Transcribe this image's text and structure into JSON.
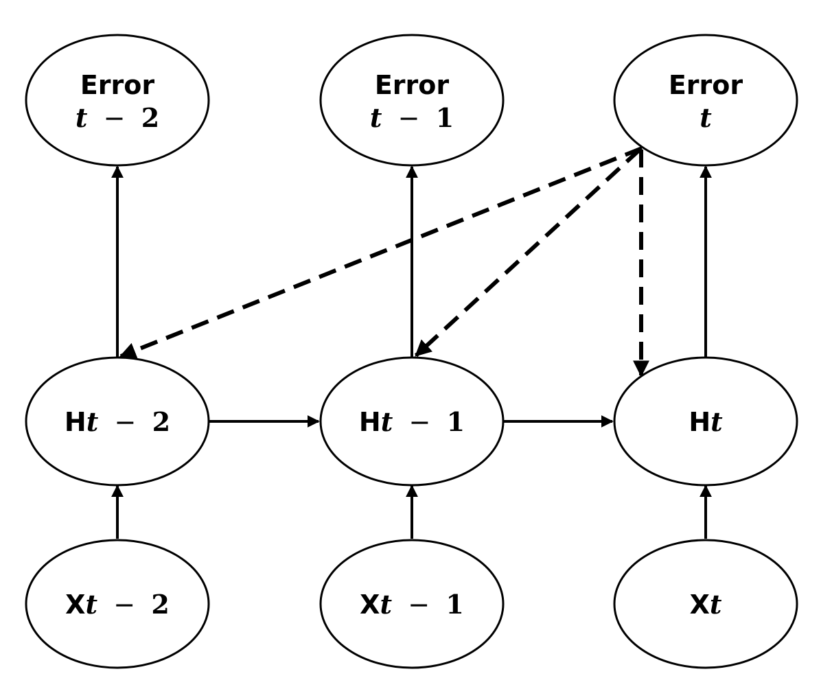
{
  "diagram": {
    "nodes": {
      "error_t2": {
        "word": "Error",
        "var": "t",
        "op": "−",
        "num": "2"
      },
      "error_t1": {
        "word": "Error",
        "var": "t",
        "op": "−",
        "num": "1"
      },
      "error_t": {
        "word": "Error",
        "var": "t"
      },
      "h_t2": {
        "prefix": "H",
        "var": "t",
        "op": "−",
        "num": "2"
      },
      "h_t1": {
        "prefix": "H",
        "var": "t",
        "op": "−",
        "num": "1"
      },
      "h_t": {
        "prefix": "H",
        "var": "t"
      },
      "x_t2": {
        "prefix": "X",
        "var": "t",
        "op": "−",
        "num": "2"
      },
      "x_t1": {
        "prefix": "X",
        "var": "t",
        "op": "−",
        "num": "1"
      },
      "x_t": {
        "prefix": "X",
        "var": "t"
      }
    },
    "edges": [
      {
        "from": "x_t2",
        "to": "h_t2",
        "style": "solid"
      },
      {
        "from": "x_t1",
        "to": "h_t1",
        "style": "solid"
      },
      {
        "from": "x_t",
        "to": "h_t",
        "style": "solid"
      },
      {
        "from": "h_t2",
        "to": "h_t1",
        "style": "solid"
      },
      {
        "from": "h_t1",
        "to": "h_t",
        "style": "solid"
      },
      {
        "from": "h_t2",
        "to": "error_t2",
        "style": "solid"
      },
      {
        "from": "h_t1",
        "to": "error_t1",
        "style": "solid"
      },
      {
        "from": "h_t",
        "to": "error_t",
        "style": "solid"
      },
      {
        "from": "error_t",
        "to": "h_t2",
        "style": "dashed"
      },
      {
        "from": "error_t",
        "to": "h_t1",
        "style": "dashed"
      },
      {
        "from": "error_t",
        "to": "h_t",
        "style": "dashed"
      }
    ],
    "colors": {
      "stroke": "#000000",
      "fill": "#ffffff"
    }
  }
}
